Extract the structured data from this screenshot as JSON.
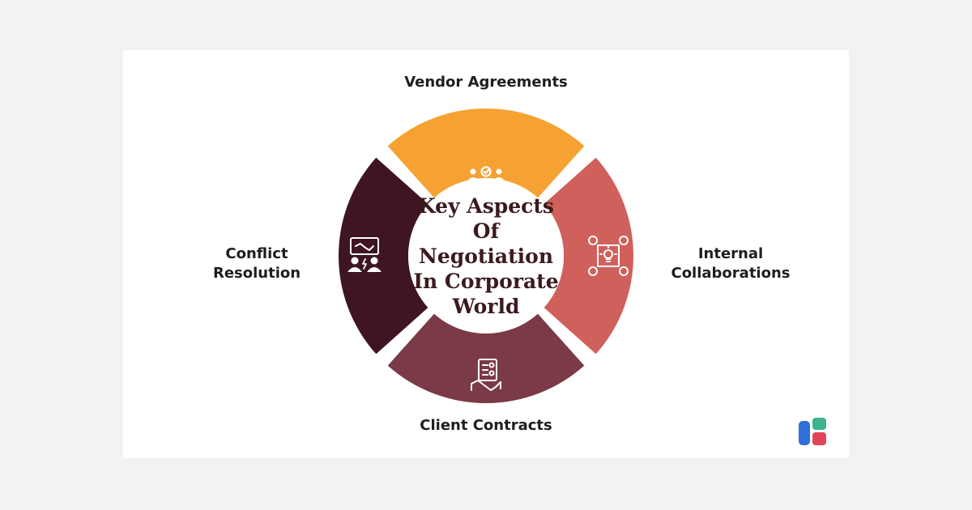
{
  "diagram": {
    "center_title": "Key Aspects\nOf Negotiation\nIn Corporate\nWorld",
    "segments": [
      {
        "label": "Vendor Agreements",
        "color": "#f5a233",
        "icon": "handshake-agreement-icon"
      },
      {
        "label": "Internal\nCollaborations",
        "color": "#d0605b",
        "icon": "lightbulb-network-icon"
      },
      {
        "label": "Client Contracts",
        "color": "#7a3a47",
        "icon": "contract-handshake-icon"
      },
      {
        "label": "Conflict\nResolution",
        "color": "#3e1520",
        "icon": "conflict-resolution-icon"
      }
    ]
  },
  "logo": {
    "colors": [
      "#2f6fd9",
      "#3cb38a",
      "#e0455a"
    ]
  }
}
